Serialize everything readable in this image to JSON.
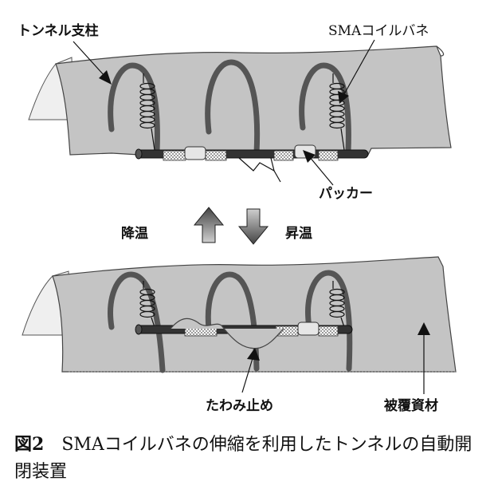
{
  "labels": {
    "tunnel_pillar": "トンネル支柱",
    "sma_spring": "SMAコイルバネ",
    "packer": "パッカー",
    "cooling": "降温",
    "heating": "昇温",
    "sag_stopper": "たわみ止め",
    "cover_material": "被覆資材"
  },
  "caption": {
    "figure_number": "図2",
    "text": "SMAコイルバネの伸縮を利用したトンネルの自動開閉装置"
  },
  "colors": {
    "cover": "#c4c4c4",
    "pillar": "#555555",
    "rod": "#333333",
    "packer": "#e6e6e6",
    "arrow_gradient_top": "#333333",
    "arrow_gradient_bottom": "#d0d0d0"
  }
}
